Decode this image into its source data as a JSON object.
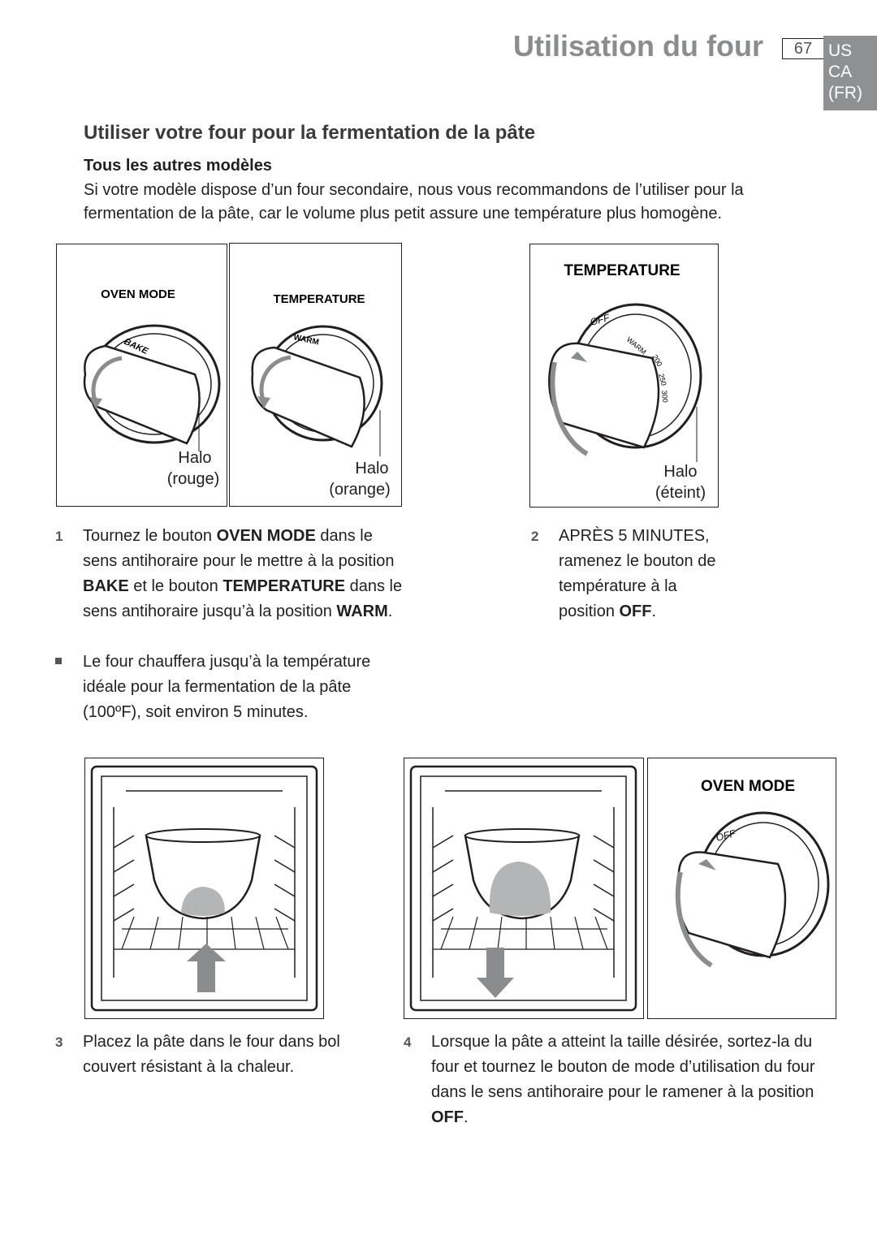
{
  "header": {
    "title": "Utilisation du four",
    "page_number": "67",
    "lang_tab": [
      "US",
      "CA",
      "(FR)"
    ]
  },
  "section": {
    "title": "Utiliser votre four pour la fermentation de la pâte",
    "subtitle": "Tous les autres modèles",
    "intro": "Si votre modèle dispose d’un four secondaire, nous vous recommandons de l’utiliser pour la fermentation de la pâte, car le volume plus petit assure une température plus homogène."
  },
  "figures": {
    "oven_mode_label": "OVEN MODE",
    "temperature_label": "TEMPERATURE",
    "bake_label": "BAKE",
    "warm_label": "WARM",
    "off_label": "OFF",
    "ticks": [
      "WARM",
      "200",
      "250",
      "300"
    ],
    "halo_1": "Halo",
    "halo_1_color": "(rouge)",
    "halo_2": "Halo",
    "halo_2_color": "(orange)",
    "halo_3": "Halo",
    "halo_3_color": "(éteint)"
  },
  "steps": {
    "s1_num": "1",
    "s1_a": "Tournez le bouton ",
    "s1_b": "OVEN MODE",
    "s1_c": " dans le sens antihoraire pour le mettre à la position ",
    "s1_d": "BAKE",
    "s1_e": " et le bouton ",
    "s1_f": "TEMPERATURE",
    "s1_g": " dans le sens antihoraire jusqu’à la position ",
    "s1_h": "WARM",
    "s1_i": ".",
    "s1_bullet": "Le four chauffera jusqu’à la température idéale pour la fermentation de la pâte (100ºF), soit environ 5 minutes.",
    "s2_num": "2",
    "s2_a": "APRÈS 5 MINUTES, ramenez le bouton de température à la position ",
    "s2_b": "OFF",
    "s2_c": ".",
    "s3_num": "3",
    "s3_text": "Placez la pâte dans le four dans bol couvert résistant à la chaleur.",
    "s4_num": "4",
    "s4_a": "Lorsque la pâte a atteint la taille désirée, sortez-la du four et tournez le bouton de mode d’utilisation du four dans le sens antihoraire pour le ramener à la position ",
    "s4_b": "OFF",
    "s4_c": "."
  },
  "colors": {
    "title_gray": "#8a8c8e",
    "tab_gray": "#8e9092",
    "arrow_gray": "#8a8c8e"
  }
}
